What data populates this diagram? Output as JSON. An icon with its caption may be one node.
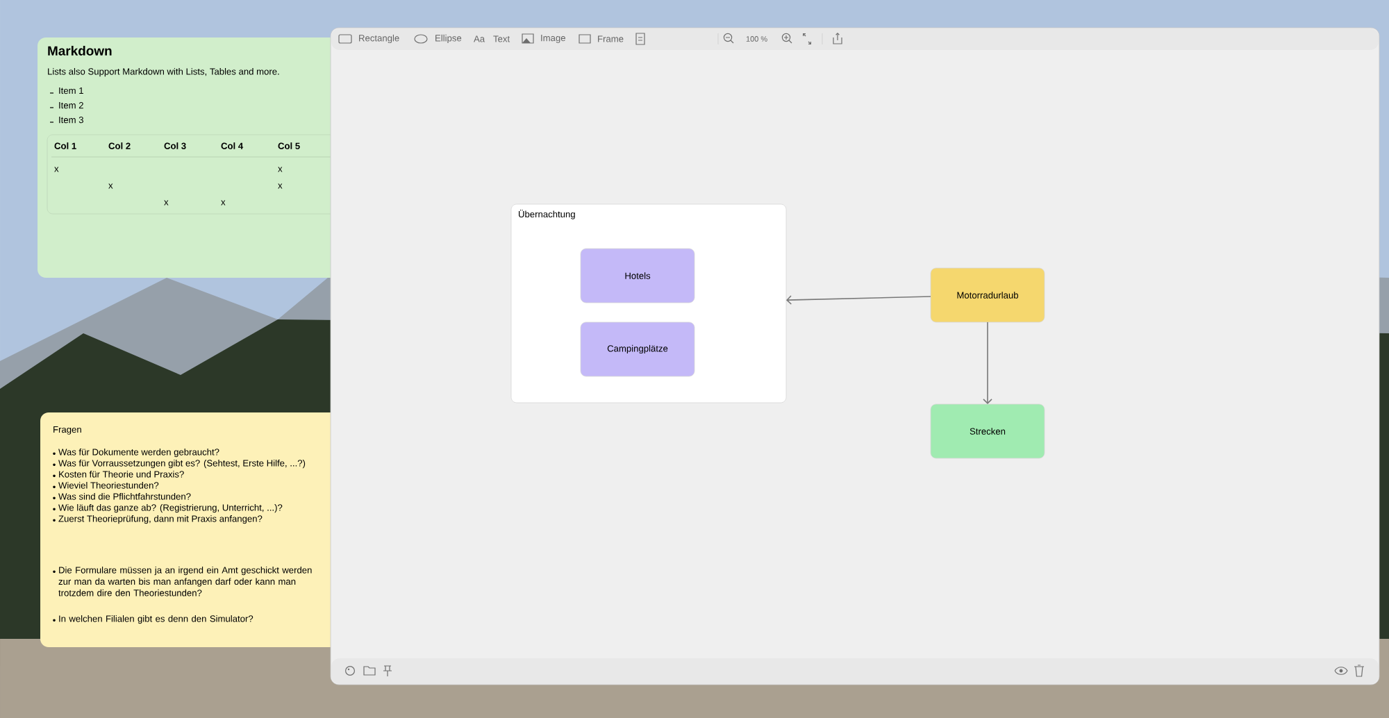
{
  "diagram": {
    "nodes": [
      {
        "text": [
          "Übernachtung"
        ]
      },
      {
        "text": [
          "Hotels"
        ],
        "in": 0
      },
      {
        "text": [
          "Campingplätze"
        ],
        "in": 0
      },
      {
        "text": [
          "Motorradurlaub"
        ]
      },
      {
        "text": [
          "Strecken"
        ]
      },
      {
        "text": [
          "Markdown",
          "Lists also Support Markdown with Lists, Tables and more.",
          "Item 1",
          "Item 2",
          "Item 3"
        ]
      },
      {
        "text": [
          "Fragen",
          "Was für Dokumente werden gebraucht?",
          "Was für Vorraussetzungen gibt es? (Sehtest, Erste Hilfe, ...?)",
          "Kosten für Theorie und Praxis?",
          "Wieviel Theoriestunden?",
          "Was sind die Pflichtfahrstunden?",
          "Wie läuft das ganze ab? (Registrierung, Unterricht, ...)?",
          "Zuerst Theorieprüfung, dann mit Praxis anfangen?",
          "Die Formulare müssen ja an irgend ein Amt geschickt werden zur man da warten bis man anfangen darf oder kann man trotzdem dire den Theoriestunden?",
          "In welchen Filialen gibt es denn den Simulator?"
        ]
      }
    ],
    "edges": [
      {
        "from": 3,
        "to": 0,
        "arrow": "to"
      },
      {
        "from": 3,
        "to": 4,
        "arrow": "to"
      }
    ],
    "labels": [
      "Rectangle",
      "Ellipse",
      "Aa",
      "Text",
      "Image",
      "Frame",
      "100 %",
      "Col 1",
      "Col 2",
      "Col 3",
      "Col 4",
      "Col 5",
      "x",
      "x",
      "x",
      "x",
      "x",
      "x"
    ]
  }
}
